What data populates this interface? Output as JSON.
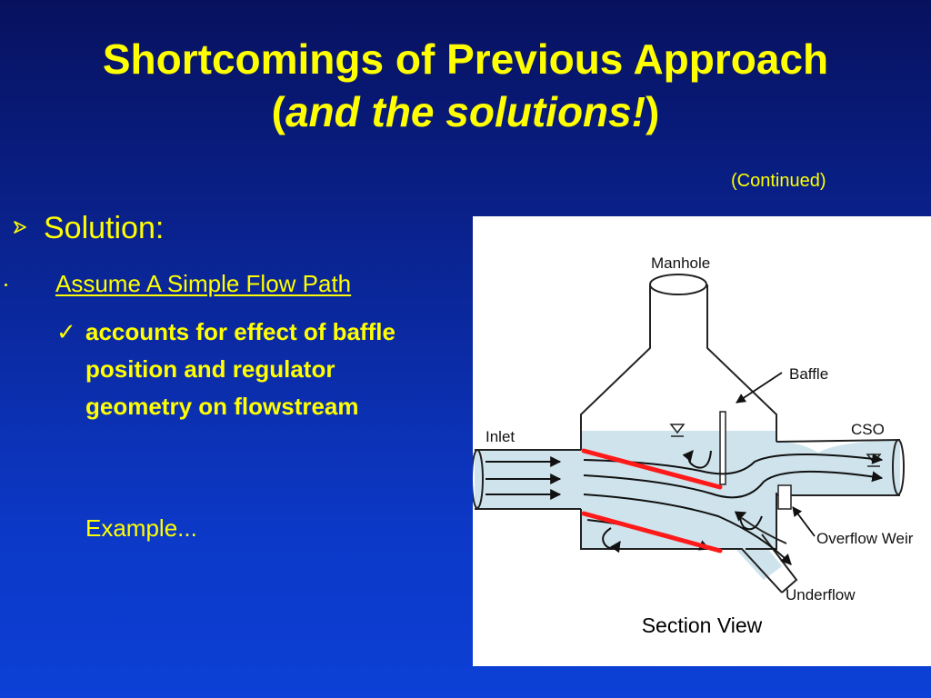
{
  "slide": {
    "title_line1": "Shortcomings of Previous Approach",
    "title_paren_open": "(",
    "title_italic": "and the solutions!",
    "title_paren_close": ")",
    "continued": "(Continued)"
  },
  "content": {
    "bullet_icon": "arrowhead-bullet",
    "solution_label": "Solution:",
    "sub_heading": "Assume A Simple Flow Path",
    "check_icon": "checkmark",
    "check_text": "accounts for effect of baffle position and regulator geometry on flowstream",
    "example": "Example..."
  },
  "diagram": {
    "labels": {
      "manhole": "Manhole",
      "baffle": "Baffle",
      "inlet": "Inlet",
      "cso": "CSO",
      "overflow_weir": "Overflow Weir",
      "underflow": "Underflow"
    },
    "caption": "Section View"
  },
  "colors": {
    "background_top": "#07115e",
    "background_bottom": "#0c40d6",
    "text": "#ffff00",
    "water": "#cfe3ec",
    "highlight_line": "#ff1a1a"
  }
}
